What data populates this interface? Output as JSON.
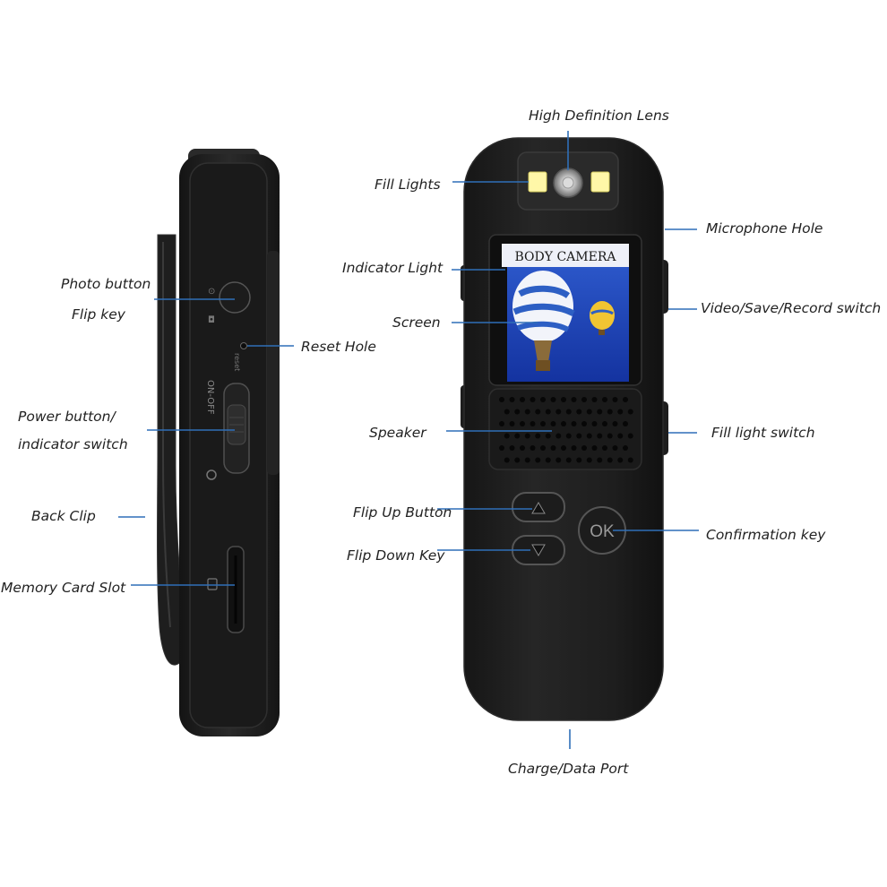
{
  "colors": {
    "leader": "#2f6fb8",
    "body": "#1b1b1b",
    "body_edge": "#2c2c2c",
    "screen_blue": "#1c3fa8"
  },
  "device": {
    "screen_title": "BODY CAMERA",
    "ok_label": "OK"
  },
  "side_view": {
    "labels": {
      "photo_button": "Photo button",
      "flip_key": "Flip key",
      "reset_hole": "Reset Hole",
      "power_button_line1": "Power button/",
      "power_button_line2": "indicator switch",
      "back_clip": "Back Clip",
      "memory_card_slot": "Memory Card Slot"
    },
    "switch_text": "ON-OFF",
    "reset_text": "reset"
  },
  "front_view": {
    "labels": {
      "high_definition_lens": "High Definition Lens",
      "fill_lights": "Fill Lights",
      "microphone_hole": "Microphone Hole",
      "indicator_light": "Indicator Light",
      "video_save_record_switch": "Video/Save/Record switch",
      "screen": "Screen",
      "speaker": "Speaker",
      "fill_light_switch": "Fill light switch",
      "flip_up_button": "Flip Up Button",
      "confirmation_key": "Confirmation key",
      "flip_down_key": "Flip Down Key",
      "charge_data_port": "Charge/Data Port"
    }
  }
}
